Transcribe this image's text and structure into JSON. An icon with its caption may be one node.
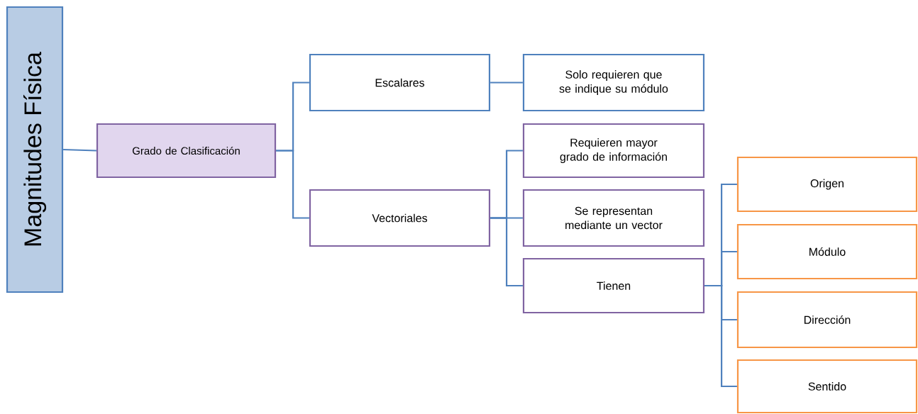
{
  "diagram": {
    "nodes": [
      {
        "text": [
          "Magnitudes Física"
        ]
      },
      {
        "text": [
          "Grado de Clasificación"
        ]
      },
      {
        "text": [
          "Escalares"
        ]
      },
      {
        "text": [
          "Vectoriales"
        ]
      },
      {
        "text": [
          "Solo requieren que se indique su módulo"
        ]
      },
      {
        "text": [
          "Requieren mayor grado de información"
        ]
      },
      {
        "text": [
          "Se representan mediante un vector"
        ]
      },
      {
        "text": [
          "Tienen"
        ]
      },
      {
        "text": [
          "Origen"
        ]
      },
      {
        "text": [
          "Módulo"
        ]
      },
      {
        "text": [
          "Dirección"
        ]
      },
      {
        "text": [
          "Sentido"
        ]
      }
    ],
    "edges": [
      {
        "from": 0,
        "to": 1,
        "arrow": "none"
      },
      {
        "from": 1,
        "to": 2,
        "arrow": "none"
      },
      {
        "from": 1,
        "to": 3,
        "arrow": "none"
      },
      {
        "from": 2,
        "to": 4,
        "arrow": "none"
      },
      {
        "from": 3,
        "to": 5,
        "arrow": "none"
      },
      {
        "from": 3,
        "to": 6,
        "arrow": "none"
      },
      {
        "from": 3,
        "to": 7,
        "arrow": "none"
      },
      {
        "from": 7,
        "to": 8,
        "arrow": "none"
      },
      {
        "from": 7,
        "to": 9,
        "arrow": "none"
      },
      {
        "from": 7,
        "to": 10,
        "arrow": "none"
      },
      {
        "from": 7,
        "to": 11,
        "arrow": "none"
      }
    ]
  }
}
